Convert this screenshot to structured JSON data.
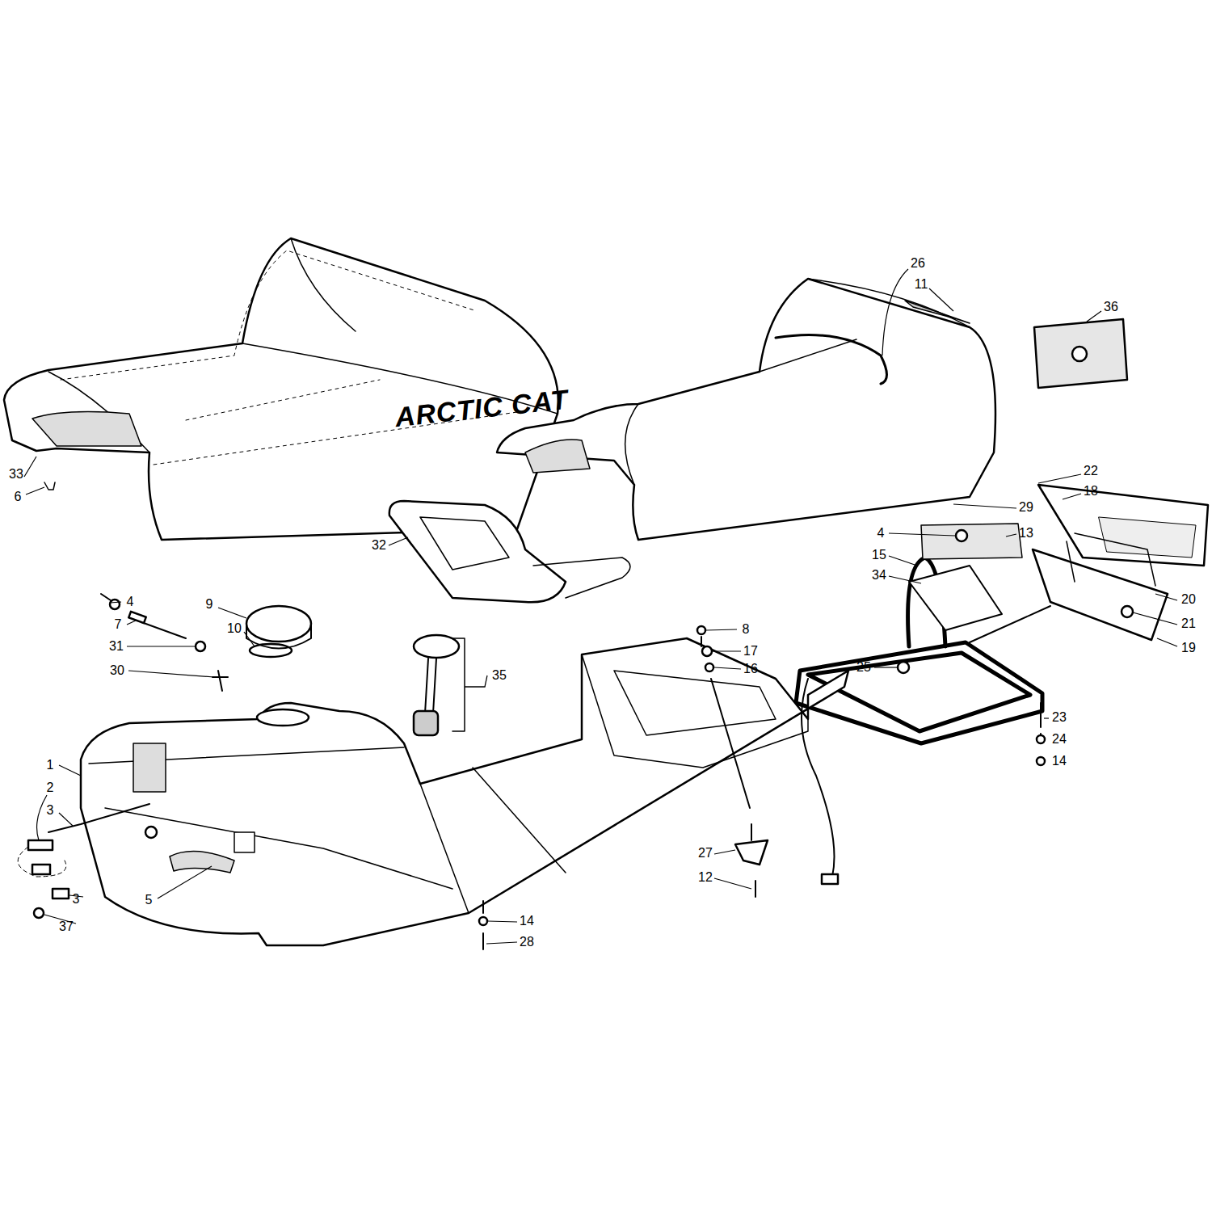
{
  "diagram": {
    "labels": [
      "26",
      "11",
      "36",
      "ARCTIC CAT",
      "33",
      "6",
      "22",
      "18",
      "29",
      "13",
      "4",
      "15",
      "32",
      "34",
      "20",
      "21",
      "19",
      "4",
      "7",
      "9",
      "10",
      "31",
      "30",
      "35",
      "8",
      "17",
      "16",
      "25",
      "1",
      "2",
      "3",
      "23",
      "24",
      "14",
      "27",
      "12",
      "5",
      "3",
      "37",
      "14",
      "28"
    ]
  }
}
